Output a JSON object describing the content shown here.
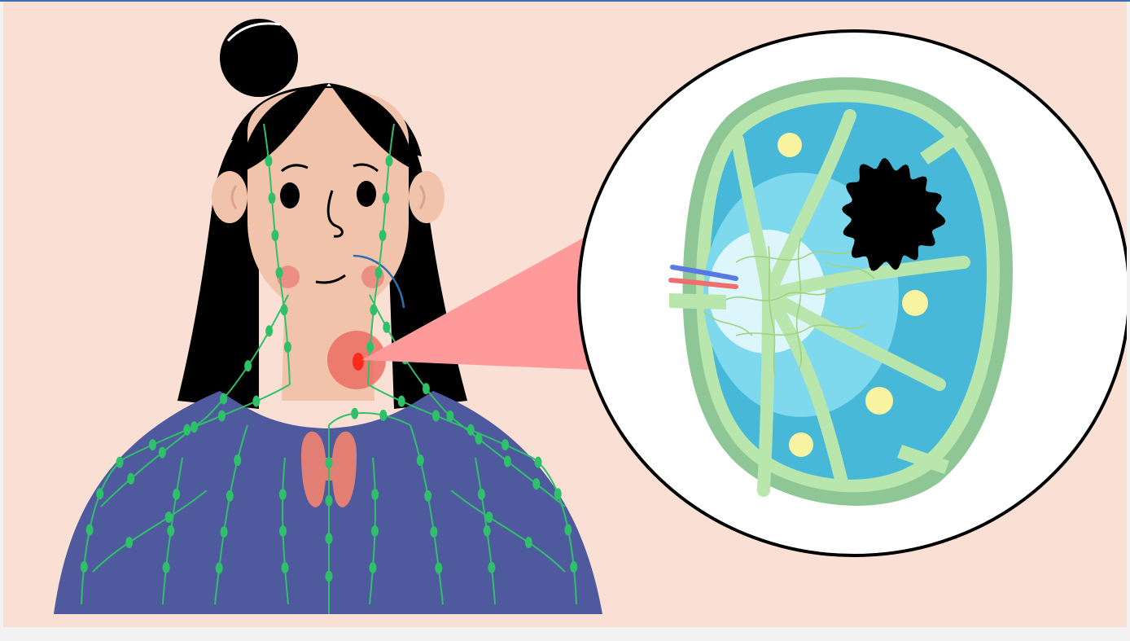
{
  "illustration": {
    "colors": {
      "background": "#fae0d4",
      "top_rule": "#3a6fb0",
      "footer": "#f2f2f2",
      "hair": "#000000",
      "skin": "#f2c3ab",
      "shirt": "#4f5a9e",
      "lymph": "#2fc06a",
      "thyroid": "#e27f75",
      "cheek": "#eb8f84",
      "highlight_node": "#ff2a1d",
      "callout_beam": "#ff9a9a",
      "magnifier_ring": "#000000",
      "node_capsule": "#8ec795",
      "node_capsule_light": "#b8e6ad",
      "follicle": "#48b8d8",
      "medulla": "#7ed8ee",
      "medulla_core": "#dcf6fb",
      "germinal_center": "#f7f3a0",
      "tumor": "#000000",
      "artery": "#ef6e6e",
      "vein": "#5a78e3"
    },
    "icons": [
      "woman-figure",
      "lymphatic-network",
      "thyroid-gland",
      "swollen-lymph-node",
      "magnifier-callout",
      "lymph-node-cross-section",
      "tumor-mass",
      "blood-vessels"
    ]
  }
}
